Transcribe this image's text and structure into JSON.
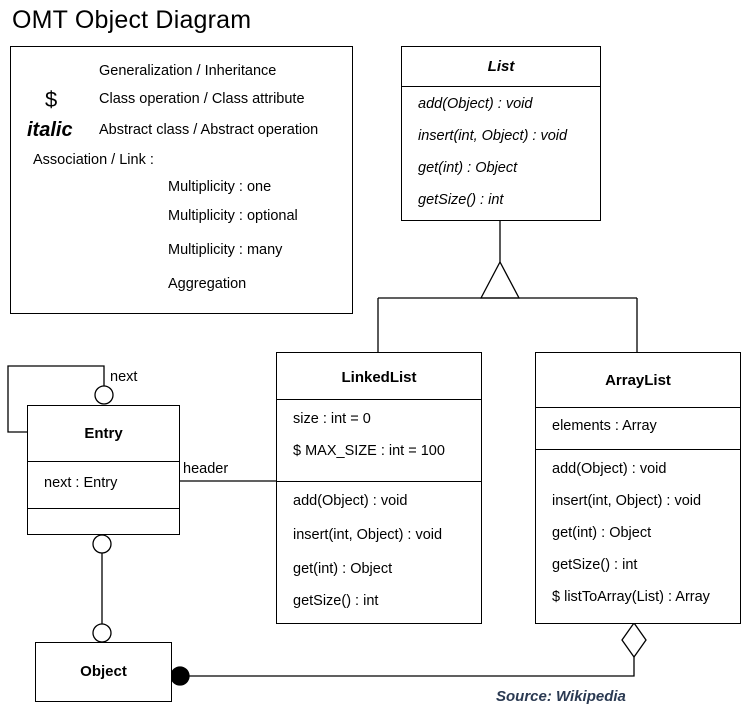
{
  "title": "OMT Object Diagram",
  "legend": {
    "gen_label": "Generalization / Inheritance",
    "dollar_symbol": "$",
    "dollar_label": "Class operation / Class attribute",
    "italic_symbol": "italic",
    "italic_label": "Abstract class / Abstract operation",
    "assoc_heading": "Association / Link :",
    "mult_one": "Multiplicity : one",
    "mult_optional": "Multiplicity : optional",
    "mult_many": "Multiplicity : many",
    "aggregation": "Aggregation"
  },
  "list_class": {
    "name": "List",
    "ops": [
      "add(Object) : void",
      "insert(int, Object) : void",
      "get(int) : Object",
      "getSize() : int"
    ]
  },
  "linkedlist_class": {
    "name": "LinkedList",
    "attrs": [
      "size : int = 0",
      "$ MAX_SIZE : int = 100"
    ],
    "ops": [
      "add(Object) : void",
      "insert(int, Object) : void",
      "get(int) : Object",
      "getSize() : int"
    ]
  },
  "arraylist_class": {
    "name": "ArrayList",
    "attrs": [
      "elements : Array"
    ],
    "ops": [
      "add(Object) : void",
      "insert(int, Object) : void",
      "get(int) : Object",
      "getSize() : int",
      "$ listToArray(List) : Array"
    ]
  },
  "entry_class": {
    "name": "Entry",
    "attrs": [
      "next : Entry"
    ]
  },
  "object_class": {
    "name": "Object"
  },
  "links": {
    "next_label": "next",
    "header_label": "header"
  },
  "source": "Source: Wikipedia"
}
